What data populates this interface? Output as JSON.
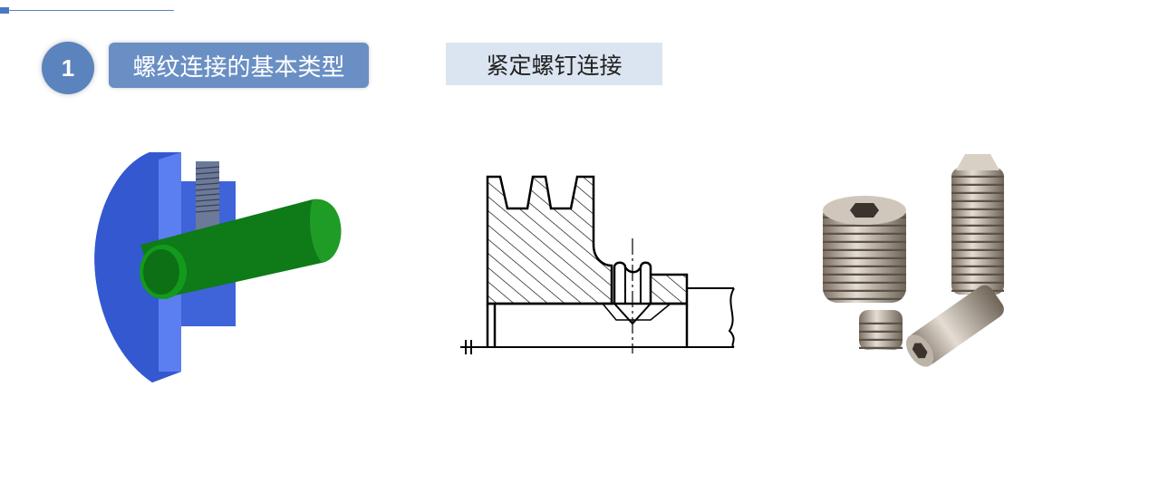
{
  "section": {
    "number": "1",
    "title": "螺纹连接的基本类型"
  },
  "subtitle": "紧定螺钉连接",
  "colors": {
    "accent": "#5b83bd",
    "label_bg": "#6a8fc4",
    "subtitle_bg": "#dbe5f1",
    "hub": "#3f63d8",
    "shaft": "#1a8a1f"
  },
  "images": [
    "3d-model-set-screw-hub-shaft",
    "technical-drawing-pulley-set-screw",
    "photo-set-screws"
  ]
}
